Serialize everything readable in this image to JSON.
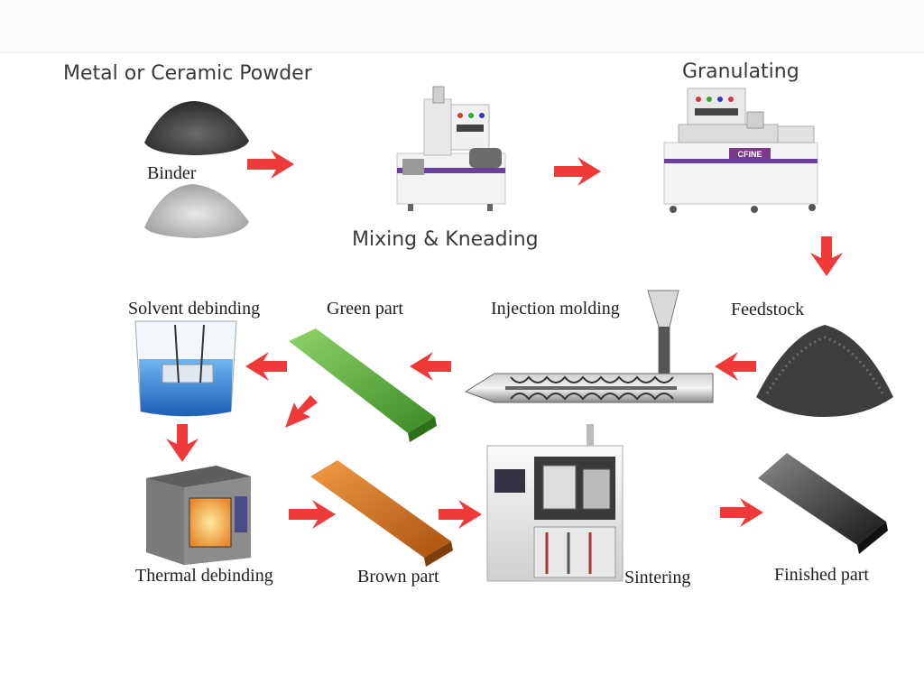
{
  "labels": {
    "powder": "Metal or Ceramic Powder",
    "binder": "Binder",
    "mixing": "Mixing & Kneading",
    "granulating": "Granulating",
    "feedstock": "Feedstock",
    "injection": "Injection molding",
    "green": "Green part",
    "solvent": "Solvent debinding",
    "thermal": "Thermal debinding",
    "brown": "Brown part",
    "sintering": "Sintering",
    "finished": "Finished part",
    "granulator_brand": "CFINE"
  },
  "colors": {
    "arrow": "#f03a3a",
    "green_part": "#5fae3a",
    "brown_part": "#d9731f",
    "finished_part": "#2b2b2b",
    "solvent": "#2f7fd6"
  }
}
